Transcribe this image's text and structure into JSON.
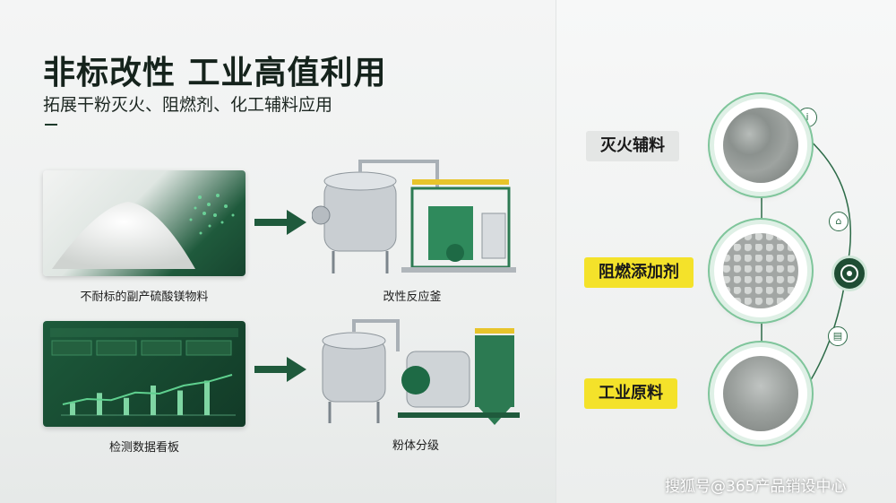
{
  "header": {
    "title": "非标改性 工业高值利用",
    "subtitle": "拓展干粉灭火、阻燃剂、化工辅料应用"
  },
  "flow": {
    "step1_caption": "不耐标的副产硫酸镁物料",
    "step2_caption": "改性反应釜",
    "step3_caption": "检测数据看板",
    "step4_caption": "粉体分级"
  },
  "dashboard": {
    "bars": [
      0.25,
      0.45,
      0.35,
      0.6,
      0.5,
      0.7
    ],
    "line": [
      0.2,
      0.3,
      0.28,
      0.42,
      0.4,
      0.55,
      0.62,
      0.75
    ]
  },
  "applications": [
    {
      "label": "灭火辅料",
      "style": "grey"
    },
    {
      "label": "阻燃添加剂",
      "style": "yellow"
    },
    {
      "label": "工业原料",
      "style": "yellow"
    }
  ],
  "icons": [
    "info-icon",
    "home-icon",
    "recycle-icon",
    "document-icon"
  ],
  "colors": {
    "accent": "#1f5a3c",
    "highlight": "#f4e22a"
  },
  "watermark": "搜狐号@365产品销设中心"
}
